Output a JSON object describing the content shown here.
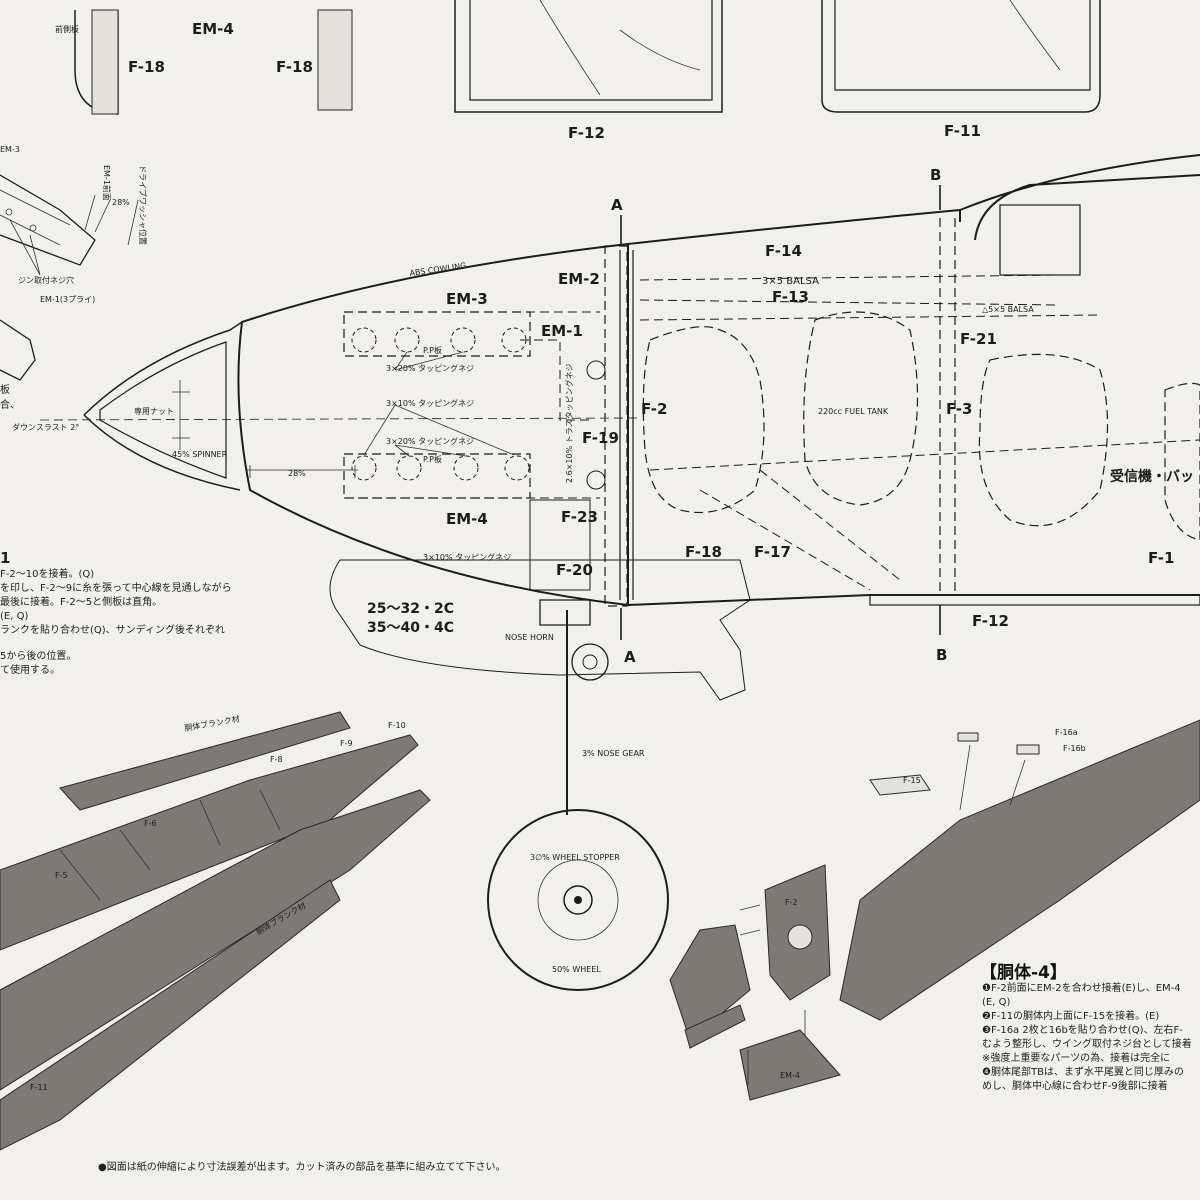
{
  "top_parts": {
    "front_board": "前側板",
    "em4_top": "EM-4",
    "f18_left": "F-18",
    "f18_right": "F-18",
    "f12_top": "F-12",
    "f11_top": "F-11"
  },
  "side_view": {
    "section_a_top": "A",
    "section_a_bottom": "A",
    "section_b_top": "B",
    "section_b_bottom": "B",
    "f14": "F-14",
    "balsa_3x5": "3×5 BALSA",
    "f13": "F-13",
    "balsa_5x5": "△5×5 BALSA",
    "f21": "F-21",
    "f3": "F-3",
    "fuel_tank": "220cc FUEL TANK",
    "receiver": "受信機・バッ",
    "f1": "F-1",
    "f12": "F-12",
    "abs_cowling": "ABS COWLING",
    "em2": "EM-2",
    "em3": "EM-3",
    "em1": "EM-1",
    "em4": "EM-4",
    "pp_board_top": "P.P板",
    "pp_board_bottom": "P.P板",
    "tap_screw_3x20_a": "3×20% タッピングネジ",
    "tap_screw_3x10": "3×10% タッピングネジ",
    "tap_screw_3x20_b": "3×20% タッピングネジ",
    "truss_screw": "2.6×10% トラスタッピングネジ",
    "f2": "F-2",
    "f19": "F-19",
    "f23": "F-23",
    "f20": "F-20",
    "f18": "F-18",
    "f17": "F-17",
    "tap_screw_bottom": "3×10% タッピングネジ",
    "engine_small": "25〜32・2C",
    "engine_large": "35〜40・4C",
    "nose_horn": "NOSE HORN",
    "special_nut": "専用ナット",
    "downthrust": "ダウンスラスト 2°",
    "spinner": "45% SPINNER",
    "dim_28": "28%",
    "nose_gear": "3% NOSE GEAR",
    "wheel_stopper": "3∅% WHEEL STOPPER",
    "wheel": "50% WHEEL"
  },
  "detail_left": {
    "em3": "EM-3",
    "em1_front": "EM-1前面",
    "dim_28": "28%",
    "drive_washer": "ドライブワッシャ位置",
    "engine_screw_hole": "ジン取付ネジ穴",
    "em1_3ply": "EM-1(3プライ)",
    "cut_text_a": "板",
    "cut_text_b": "合、"
  },
  "notes_left": [
    "1",
    "F-2〜10を接着。(Q)",
    "を印し、F-2〜9に糸を張って中心線を見通しながら",
    "最後に接着。F-2〜5と側板は直角。",
    "(E, Q)",
    "ランクを貼り合わせ(Q)、サンディング後それぞれ",
    "5から後の位置。",
    "て使用する。"
  ],
  "iso_left": {
    "blank_top": "胴体ブランク材",
    "f10": "F-10",
    "f9": "F-9",
    "f8": "F-8",
    "f6": "F-6",
    "f5": "F-5",
    "blank_bottom": "胴体ブランク材",
    "f11": "F-11"
  },
  "iso_right": {
    "f16a": "F-16a",
    "f16b": "F-16b",
    "f15": "F-15",
    "f2": "F-2",
    "em4": "EM-4"
  },
  "step4": {
    "title": "【胴体-4】",
    "lines": [
      "❶F-2前面にEM-2を合わせ接着(E)し、EM-4",
      "(E, Q)",
      "❷F-11の胴体内上面にF-15を接着。(E)",
      "❸F-16a 2枚と16bを貼り合わせ(Q)、左右F-",
      "むよう整形し、ウイング取付ネジ台として接着",
      "※強度上重要なパーツの為、接着は完全に",
      "❹胴体尾部TBは、まず水平尾翼と同じ厚みの",
      "めし、胴体中心線に合わせF-9後部に接着"
    ]
  },
  "footer": "●図面は紙の伸縮により寸法誤差が出ます。カット済みの部品を基準に組み立てて下さい。",
  "colors": {
    "paper": "#f1f0ec",
    "ink": "#1c1c1c",
    "background": "#7a1f24"
  }
}
